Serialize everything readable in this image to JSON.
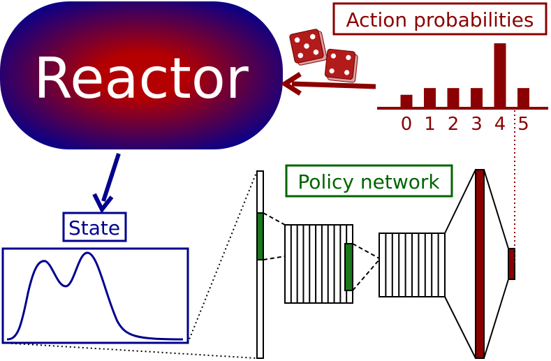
{
  "reactor": {
    "label": "Reactor",
    "gradient_center": "#b40000",
    "gradient_edge": "#00008f"
  },
  "state": {
    "label": "State",
    "color": "#00008f"
  },
  "policy": {
    "label": "Policy network",
    "color": "#006400",
    "highlight": "#1a7a1a"
  },
  "actions": {
    "label": "Action probabilities",
    "color": "#8b0000",
    "categories": [
      "0",
      "1",
      "2",
      "3",
      "4",
      "5"
    ],
    "probabilities": [
      0.12,
      0.18,
      0.18,
      0.18,
      0.58,
      0.18
    ]
  },
  "dice": {
    "color": "#b31b1b",
    "faces": [
      5,
      4
    ]
  }
}
